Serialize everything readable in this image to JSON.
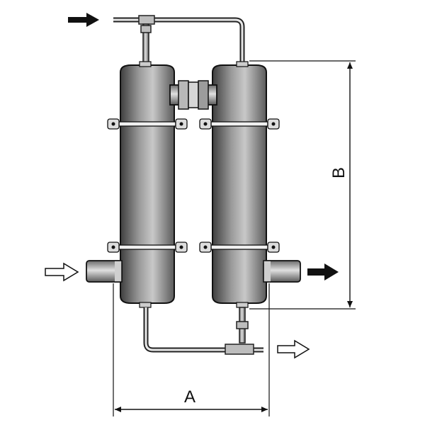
{
  "diagram": {
    "dimensions": {
      "width_label": "A",
      "height_label": "B"
    },
    "colors": {
      "vessel_dark": "#4a4a4a",
      "vessel_mid": "#9a9a9a",
      "vessel_light": "#d8d8d8",
      "line": "#111111",
      "flow_filled": "#111111",
      "flow_outline": "#ffffff"
    },
    "flows": [
      {
        "name": "top-inlet",
        "style": "filled",
        "direction": "right"
      },
      {
        "name": "left-inlet",
        "style": "outline",
        "direction": "right"
      },
      {
        "name": "right-outlet",
        "style": "filled",
        "direction": "right"
      },
      {
        "name": "bottom-outlet",
        "style": "outline",
        "direction": "right"
      }
    ]
  }
}
